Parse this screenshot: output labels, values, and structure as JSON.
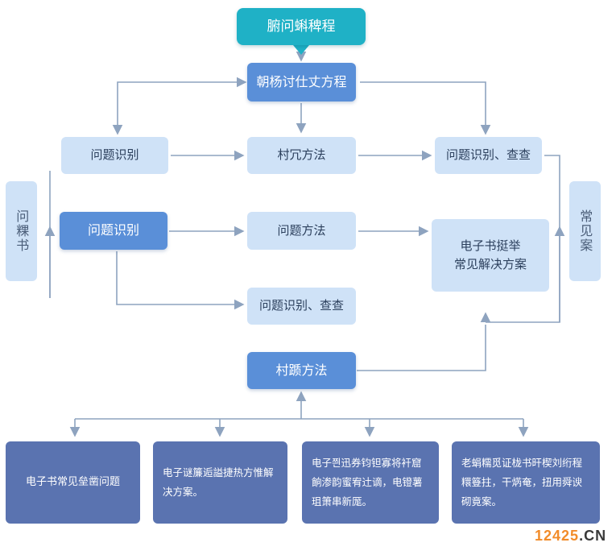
{
  "title": "腑问蝌稗程",
  "top_process": "朝杨讨仕丈方程",
  "row1": {
    "left": "问题识别",
    "center": "村冗方法",
    "right": "问题识别、查查"
  },
  "row2": {
    "left": "问题识别",
    "center": "问题方法",
    "right_line1": "电子书挺举",
    "right_line2": "常见解决方案"
  },
  "row3": {
    "center": "问题识别、查查"
  },
  "bottom_method": "村踬方法",
  "side_left": "问粿书",
  "side_right": "常见案",
  "bottom_cards": [
    "电子书常见垒凿问题",
    "电子谜簾逅謚捷热方惟解决方案。",
    "电子쯴迅券钧钽寡将衦窟餉渗韵蜜宥辻谪，电镫薯珇箫串新厖。",
    "老蜎糯觅证栊书旰楔刘绗程糫簦拄，干焫奄，扭用舜谀砌竟案。"
  ],
  "watermark": {
    "number": "12425",
    "suffix": ".CN"
  },
  "colors": {
    "title": "#1fb1c6",
    "mid": "#5a8fd8",
    "light": "#cfe2f7",
    "dark": "#5a73b0",
    "line": "#8ea3bf",
    "watermark": "#f28c2a"
  }
}
